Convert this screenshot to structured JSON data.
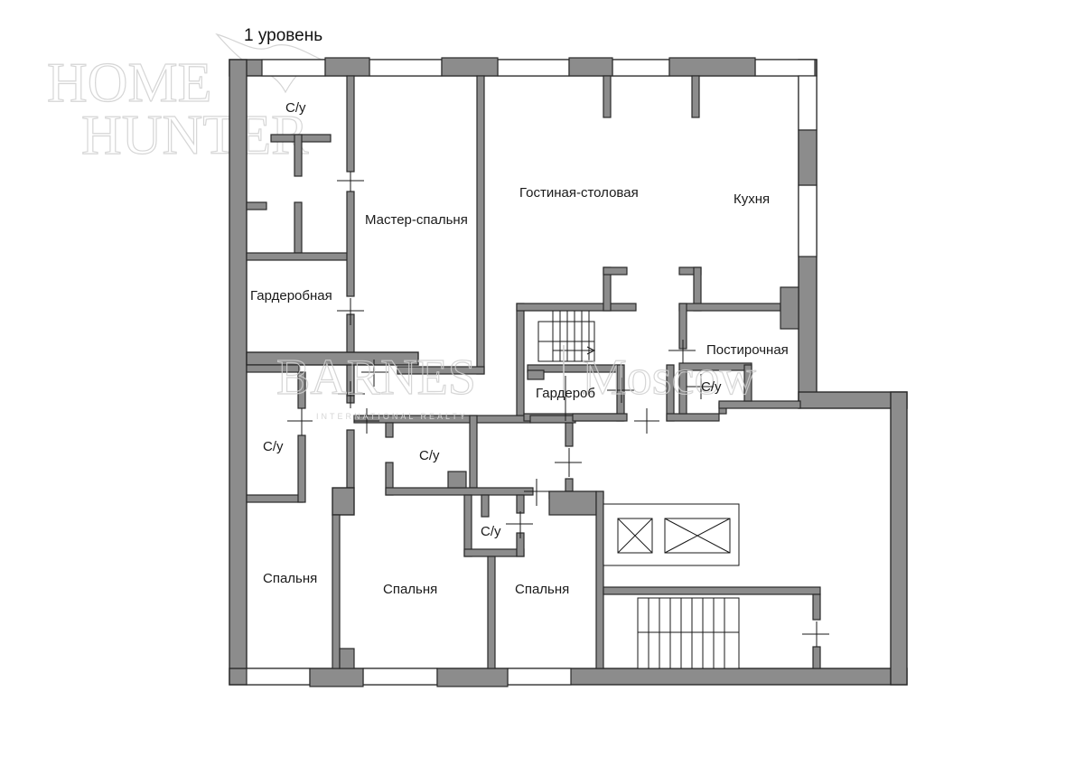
{
  "plan": {
    "level_title": "1 уровень",
    "rooms": {
      "su_top": "С/у",
      "master": "Мастер-спальня",
      "living": "Гостиная-столовая",
      "kitchen": "Кухня",
      "wardrobe": "Гардеробная",
      "laundry": "Постирочная",
      "closet": "Гардероб",
      "su_right": "С/у",
      "su_left": "С/у",
      "su_center": "С/у",
      "su_small": "С/у",
      "bedroom_left": "Спальня",
      "bedroom_center": "Спальня",
      "bedroom_right": "Спальня"
    }
  },
  "watermarks": {
    "brand_line1": "HOME",
    "brand_line2": "HUNTER",
    "agency": "BARNES",
    "city": "Moscow",
    "tagline": "INTERNATIONAL REALTY"
  },
  "colors": {
    "wall": "#8c8c8c",
    "outline": "#2a2a2a",
    "background": "#ffffff",
    "watermark": "#cfcfcf"
  }
}
